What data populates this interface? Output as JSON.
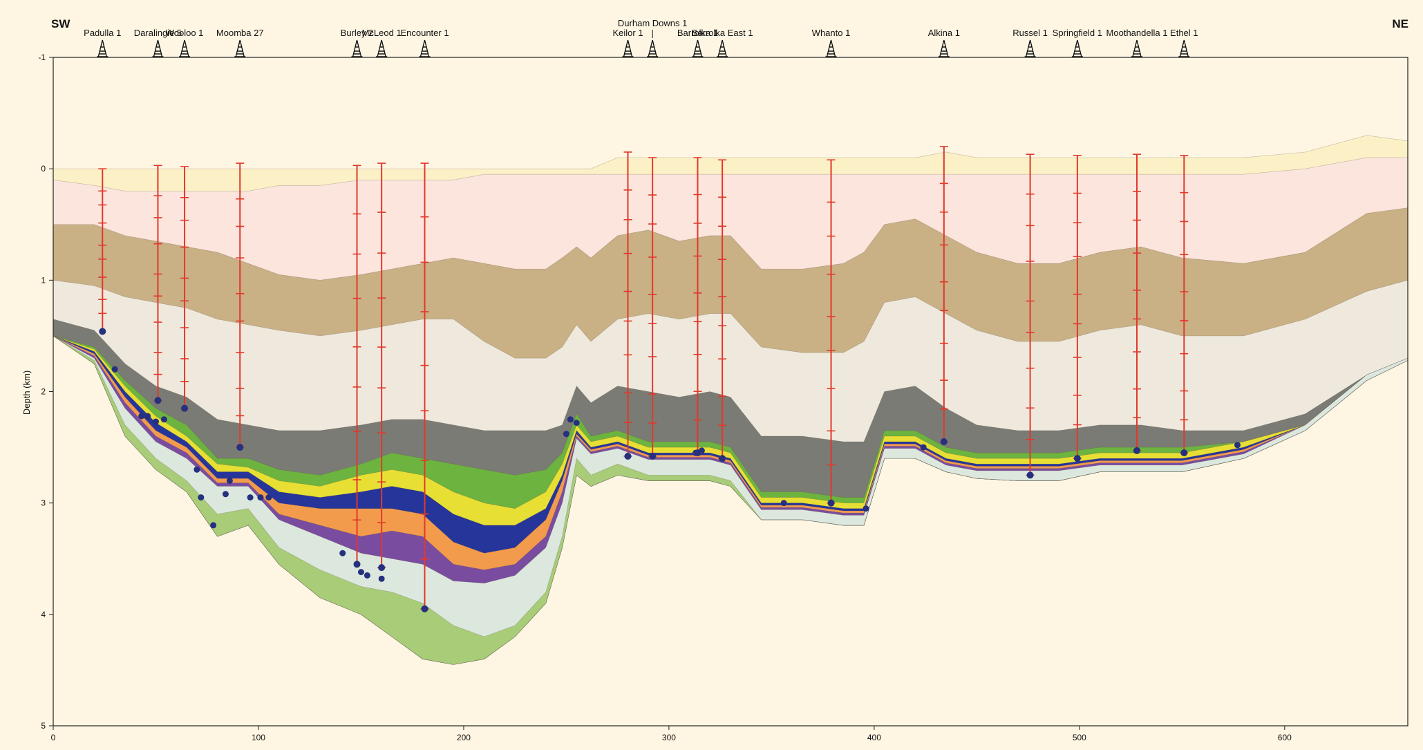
{
  "chart_data": {
    "type": "area",
    "title": "",
    "direction_left": "SW",
    "direction_right": "NE",
    "ylabel": "Depth (km)",
    "xlabel": "",
    "xlim": [
      0,
      660
    ],
    "ylim": [
      -1,
      5
    ],
    "x_ticks": [
      0,
      100,
      200,
      300,
      400,
      500,
      600
    ],
    "x_tick_labels": [
      "0",
      "100",
      "200",
      "300",
      "400",
      "500",
      "600"
    ],
    "y_ticks": [
      -1,
      0,
      1,
      2,
      3,
      4,
      5
    ],
    "y_tick_labels": [
      "-1",
      "0",
      "1",
      "2",
      "3",
      "4",
      "5"
    ],
    "grid": false,
    "colors": {
      "background": "#fef6e3",
      "well_line": "#e2382b",
      "marker": "#25307f"
    },
    "x": [
      0,
      20,
      35,
      50,
      65,
      80,
      95,
      110,
      130,
      150,
      165,
      180,
      195,
      210,
      225,
      240,
      248,
      255,
      262,
      275,
      290,
      305,
      320,
      330,
      345,
      365,
      385,
      395,
      405,
      420,
      435,
      450,
      470,
      490,
      510,
      530,
      550,
      580,
      610,
      640,
      660
    ],
    "layers": [
      {
        "color": "#fbf0c6",
        "top": [
          0,
          0,
          0,
          0,
          0,
          0,
          0,
          0,
          0,
          0,
          0,
          0,
          0,
          0,
          0,
          0,
          0,
          0,
          0,
          -0.1,
          -0.1,
          -0.1,
          -0.1,
          -0.1,
          -0.1,
          -0.1,
          -0.1,
          -0.1,
          -0.1,
          -0.1,
          -0.15,
          -0.1,
          -0.1,
          -0.1,
          -0.1,
          -0.1,
          -0.1,
          -0.1,
          -0.15,
          -0.3,
          -0.25
        ]
      },
      {
        "color": "#fbe5dc",
        "top": [
          0.1,
          0.15,
          0.2,
          0.2,
          0.2,
          0.2,
          0.2,
          0.15,
          0.15,
          0.1,
          0.1,
          0.1,
          0.1,
          0.05,
          0.05,
          0.05,
          0.05,
          0.05,
          0.05,
          0.05,
          0.05,
          0.05,
          0.05,
          0.05,
          0.05,
          0.05,
          0.05,
          0.05,
          0.05,
          0.05,
          0.05,
          0.05,
          0.05,
          0.05,
          0.05,
          0.05,
          0.05,
          0.05,
          0,
          -0.1,
          -0.1
        ]
      },
      {
        "color": "#c9b085",
        "top": [
          0.5,
          0.5,
          0.6,
          0.65,
          0.7,
          0.75,
          0.85,
          0.95,
          1.0,
          0.95,
          0.9,
          0.85,
          0.8,
          0.85,
          0.9,
          0.9,
          0.8,
          0.7,
          0.8,
          0.6,
          0.55,
          0.65,
          0.6,
          0.6,
          0.9,
          0.9,
          0.85,
          0.75,
          0.5,
          0.45,
          0.6,
          0.75,
          0.85,
          0.85,
          0.75,
          0.7,
          0.8,
          0.85,
          0.75,
          0.4,
          0.35
        ]
      },
      {
        "color": "#efe9dd",
        "top": [
          1.0,
          1.05,
          1.15,
          1.2,
          1.25,
          1.35,
          1.4,
          1.45,
          1.5,
          1.45,
          1.4,
          1.35,
          1.35,
          1.55,
          1.7,
          1.7,
          1.6,
          1.4,
          1.55,
          1.35,
          1.3,
          1.35,
          1.3,
          1.3,
          1.6,
          1.65,
          1.65,
          1.55,
          1.2,
          1.15,
          1.3,
          1.45,
          1.55,
          1.55,
          1.45,
          1.4,
          1.5,
          1.5,
          1.35,
          1.1,
          1.0
        ]
      },
      {
        "color": "#7a7b74",
        "top": [
          1.35,
          1.45,
          1.75,
          1.95,
          2.05,
          2.25,
          2.3,
          2.35,
          2.35,
          2.3,
          2.25,
          2.25,
          2.3,
          2.35,
          2.35,
          2.35,
          2.3,
          1.95,
          2.1,
          1.95,
          2.0,
          2.05,
          2.0,
          2.05,
          2.4,
          2.4,
          2.45,
          2.45,
          2.0,
          1.95,
          2.15,
          2.3,
          2.35,
          2.35,
          2.3,
          2.3,
          2.35,
          2.35,
          2.2,
          1.85,
          1.7
        ]
      },
      {
        "color": "#6db33f",
        "top": [
          1.5,
          1.6,
          1.9,
          2.15,
          2.3,
          2.6,
          2.6,
          2.7,
          2.75,
          2.65,
          2.55,
          2.6,
          2.65,
          2.7,
          2.75,
          2.7,
          2.55,
          2.2,
          2.4,
          2.35,
          2.45,
          2.45,
          2.45,
          2.5,
          2.9,
          2.9,
          2.95,
          2.95,
          2.35,
          2.35,
          2.5,
          2.55,
          2.55,
          2.55,
          2.5,
          2.5,
          2.5,
          2.45,
          2.3,
          1.85,
          1.7
        ]
      },
      {
        "color": "#e8df35",
        "top": [
          1.5,
          1.62,
          1.95,
          2.22,
          2.4,
          2.65,
          2.68,
          2.8,
          2.85,
          2.75,
          2.7,
          2.75,
          2.9,
          3.0,
          3.05,
          2.9,
          2.65,
          2.3,
          2.45,
          2.4,
          2.5,
          2.5,
          2.5,
          2.55,
          2.95,
          2.95,
          3.0,
          3.0,
          2.4,
          2.4,
          2.55,
          2.6,
          2.6,
          2.6,
          2.55,
          2.55,
          2.55,
          2.45,
          2.3,
          1.85,
          1.7
        ]
      },
      {
        "color": "#26359a",
        "top": [
          1.5,
          1.64,
          2.0,
          2.28,
          2.45,
          2.72,
          2.72,
          2.9,
          2.95,
          2.9,
          2.85,
          2.9,
          3.1,
          3.2,
          3.2,
          3.05,
          2.75,
          2.35,
          2.5,
          2.45,
          2.55,
          2.55,
          2.55,
          2.6,
          3.0,
          3.0,
          3.05,
          3.05,
          2.45,
          2.45,
          2.6,
          2.65,
          2.65,
          2.65,
          2.6,
          2.6,
          2.6,
          2.5,
          2.3,
          1.85,
          1.7
        ]
      },
      {
        "color": "#f29b4d",
        "top": [
          1.5,
          1.66,
          2.05,
          2.35,
          2.5,
          2.78,
          2.78,
          3.0,
          3.05,
          3.05,
          3.05,
          3.1,
          3.35,
          3.45,
          3.4,
          3.15,
          2.8,
          2.38,
          2.52,
          2.47,
          2.57,
          2.57,
          2.57,
          2.62,
          3.02,
          3.02,
          3.07,
          3.07,
          2.47,
          2.47,
          2.62,
          2.67,
          2.67,
          2.67,
          2.62,
          2.62,
          2.62,
          2.52,
          2.3,
          1.85,
          1.7
        ]
      },
      {
        "color": "#7a4ca0",
        "top": [
          1.5,
          1.68,
          2.1,
          2.4,
          2.55,
          2.82,
          2.82,
          3.1,
          3.2,
          3.3,
          3.25,
          3.3,
          3.55,
          3.6,
          3.55,
          3.3,
          2.9,
          2.4,
          2.54,
          2.49,
          2.59,
          2.59,
          2.59,
          2.64,
          3.04,
          3.04,
          3.09,
          3.09,
          2.49,
          2.49,
          2.64,
          2.69,
          2.69,
          2.69,
          2.64,
          2.64,
          2.64,
          2.54,
          2.3,
          1.85,
          1.7
        ]
      },
      {
        "color": "#dce8dd",
        "top": [
          1.5,
          1.7,
          2.15,
          2.45,
          2.6,
          2.85,
          2.85,
          3.15,
          3.3,
          3.45,
          3.5,
          3.55,
          3.7,
          3.72,
          3.65,
          3.4,
          3.0,
          2.42,
          2.56,
          2.51,
          2.61,
          2.61,
          2.61,
          2.66,
          3.06,
          3.06,
          3.11,
          3.11,
          2.51,
          2.51,
          2.66,
          2.71,
          2.71,
          2.71,
          2.66,
          2.66,
          2.66,
          2.56,
          2.3,
          1.85,
          1.7
        ]
      },
      {
        "color": "#a8cc78",
        "top": [
          1.5,
          1.72,
          2.3,
          2.6,
          2.8,
          3.1,
          3.05,
          3.4,
          3.6,
          3.75,
          3.8,
          3.9,
          4.1,
          4.2,
          4.1,
          3.8,
          3.3,
          2.6,
          2.75,
          2.65,
          2.75,
          2.75,
          2.75,
          2.8,
          3.15,
          3.15,
          3.2,
          3.2,
          2.6,
          2.6,
          2.72,
          2.78,
          2.8,
          2.8,
          2.72,
          2.72,
          2.72,
          2.6,
          2.35,
          1.9,
          1.72
        ]
      }
    ],
    "basement": [
      1.5,
      1.75,
      2.4,
      2.7,
      2.9,
      3.3,
      3.2,
      3.55,
      3.85,
      4.0,
      4.2,
      4.4,
      4.45,
      4.4,
      4.2,
      3.9,
      3.4,
      2.75,
      2.85,
      2.75,
      2.8,
      2.8,
      2.8,
      2.85,
      3.15,
      3.15,
      3.2,
      3.2,
      2.6,
      2.6,
      2.72,
      2.78,
      2.8,
      2.8,
      2.72,
      2.72,
      2.72,
      2.6,
      2.35,
      1.9,
      1.72
    ],
    "wells": [
      {
        "name": "Padulla 1",
        "x": 24,
        "top": 0.0,
        "td": 1.46
      },
      {
        "name": "Daralingie 5",
        "x": 51,
        "top": -0.03,
        "td": 2.08
      },
      {
        "name": "Wooloo 1",
        "x": 64,
        "top": -0.02,
        "td": 2.15
      },
      {
        "name": "Moomba 27",
        "x": 91,
        "top": -0.05,
        "td": 2.5
      },
      {
        "name": "Burley 2",
        "x": 148,
        "top": -0.03,
        "td": 3.55
      },
      {
        "name": "McLeod 1",
        "x": 160,
        "top": -0.05,
        "td": 3.58
      },
      {
        "name": "Encounter 1",
        "x": 181,
        "top": -0.05,
        "td": 3.95
      },
      {
        "name": "Keilor 1",
        "x": 280,
        "top": -0.15,
        "td": 2.58
      },
      {
        "name": "Durham Downs 1",
        "x": 292,
        "top": -0.1,
        "td": 2.58
      },
      {
        "name": "Barrolka 1",
        "x": 314,
        "top": -0.1,
        "td": 2.55
      },
      {
        "name": "Barrolka East 1",
        "x": 326,
        "top": -0.08,
        "td": 2.6
      },
      {
        "name": "Whanto 1",
        "x": 379,
        "top": -0.08,
        "td": 3.0
      },
      {
        "name": "Alkina 1",
        "x": 434,
        "top": -0.2,
        "td": 2.45
      },
      {
        "name": "Russel 1",
        "x": 476,
        "top": -0.13,
        "td": 2.75
      },
      {
        "name": "Springfield 1",
        "x": 499,
        "top": -0.12,
        "td": 2.6
      },
      {
        "name": "Moothandella 1",
        "x": 528,
        "top": -0.13,
        "td": 2.53
      },
      {
        "name": "Ethel 1",
        "x": 551,
        "top": -0.12,
        "td": 2.55
      }
    ],
    "extra_markers": [
      {
        "x": 30,
        "y": 1.8
      },
      {
        "x": 43,
        "y": 2.22
      },
      {
        "x": 46,
        "y": 2.22
      },
      {
        "x": 50,
        "y": 2.27
      },
      {
        "x": 54,
        "y": 2.25
      },
      {
        "x": 70,
        "y": 2.7
      },
      {
        "x": 72,
        "y": 2.95
      },
      {
        "x": 78,
        "y": 3.2
      },
      {
        "x": 84,
        "y": 2.92
      },
      {
        "x": 86,
        "y": 2.8
      },
      {
        "x": 96,
        "y": 2.95
      },
      {
        "x": 101,
        "y": 2.95
      },
      {
        "x": 105,
        "y": 2.95
      },
      {
        "x": 141,
        "y": 3.45
      },
      {
        "x": 150,
        "y": 3.62
      },
      {
        "x": 153,
        "y": 3.65
      },
      {
        "x": 160,
        "y": 3.68
      },
      {
        "x": 250,
        "y": 2.38
      },
      {
        "x": 252,
        "y": 2.25
      },
      {
        "x": 255,
        "y": 2.28
      },
      {
        "x": 313,
        "y": 2.55
      },
      {
        "x": 316,
        "y": 2.53
      },
      {
        "x": 356,
        "y": 3.0
      },
      {
        "x": 396,
        "y": 3.05
      },
      {
        "x": 424,
        "y": 2.5
      },
      {
        "x": 577,
        "y": 2.48
      }
    ]
  }
}
